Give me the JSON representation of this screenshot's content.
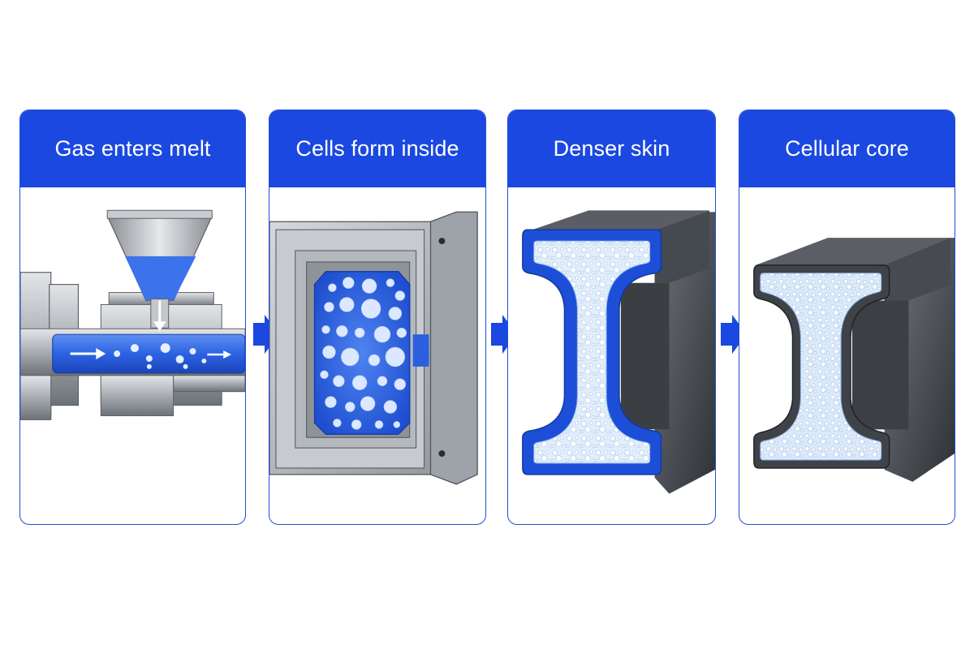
{
  "colors": {
    "header_blue": "#1a48e0",
    "panel_border": "#1f4fd6",
    "arrow_blue": "#1a48e0",
    "steel": "#9aa0a6",
    "steel_dark": "#4a4e55",
    "foam_light": "#dceaf8"
  },
  "steps": [
    {
      "title": "Gas enters melt"
    },
    {
      "title": "Cells form inside"
    },
    {
      "title": "Denser skin"
    },
    {
      "title": "Cellular core"
    }
  ],
  "icons": {
    "step1": "injection-barrel-hopper-icon",
    "step2": "mold-cavity-foam-icon",
    "step3": "i-beam-blue-skin-icon",
    "step4": "i-beam-foam-core-icon",
    "connector": "arrow-right-icon"
  }
}
